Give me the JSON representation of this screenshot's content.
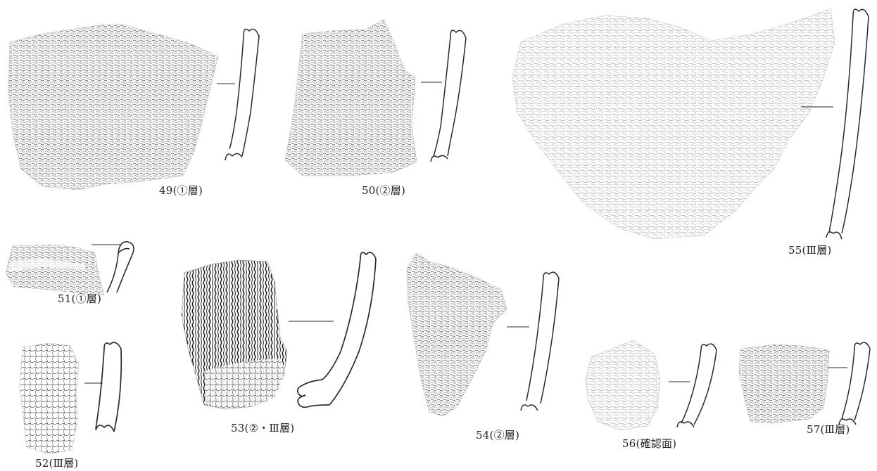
{
  "figures": [
    {
      "number": "49",
      "label": "49(①層)"
    },
    {
      "number": "50",
      "label": "50(②層)"
    },
    {
      "number": "51",
      "label": "51(①層)"
    },
    {
      "number": "52",
      "label": "52(Ⅲ層)"
    },
    {
      "number": "53",
      "label": "53(②・Ⅲ層)"
    },
    {
      "number": "54",
      "label": "54(②層)"
    },
    {
      "number": "55",
      "label": "55(Ⅲ層)"
    },
    {
      "number": "56",
      "label": "56(確認面)"
    },
    {
      "number": "57",
      "label": "57(Ⅲ層)"
    }
  ],
  "colors": {
    "ink": "#2a2a2a",
    "paper": "#ffffff",
    "dark_rubbing": "#1a1a1a"
  }
}
